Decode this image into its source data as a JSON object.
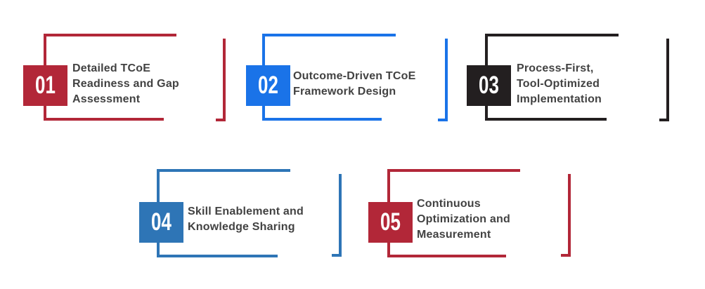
{
  "page": {
    "background_color": "#FFFFFF",
    "title_text_color": "#424242",
    "number_text_color": "#FFFFFF"
  },
  "steps": [
    {
      "number": "01",
      "title": "Detailed TCoE Readiness and Gap Assessment",
      "lines": [
        "Detailed TCoE",
        "Readiness and Gap",
        "Assessment"
      ],
      "color": "#B22738"
    },
    {
      "number": "02",
      "title": "Outcome-Driven TCoE Framework Design",
      "lines": [
        "Outcome-Driven TCoE",
        "Framework Design"
      ],
      "color": "#1A73E8"
    },
    {
      "number": "03",
      "title": "Process-First, Tool-Optimized Implementation",
      "lines": [
        "Process-First,",
        "Tool-Optimized",
        "Implementation"
      ],
      "color": "#231F20"
    },
    {
      "number": "04",
      "title": "Skill Enablement and Knowledge Sharing",
      "lines": [
        "Skill Enablement and",
        "Knowledge Sharing"
      ],
      "color": "#2E75B6"
    },
    {
      "number": "05",
      "title": "Continuous Optimization and Measurement",
      "lines": [
        "Continuous",
        "Optimization and",
        "Measurement"
      ],
      "color": "#B22738"
    }
  ]
}
